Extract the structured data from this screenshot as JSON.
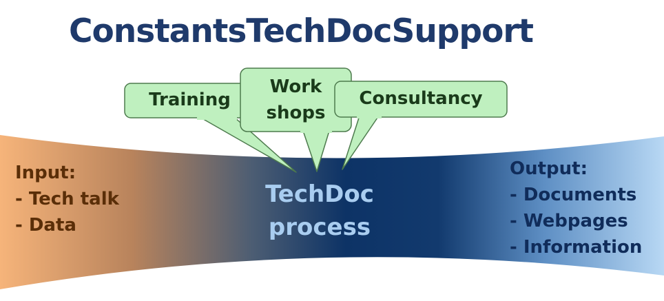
{
  "title": "ConstantsTechDocSupport",
  "bubbles": [
    {
      "label": "Training"
    },
    {
      "label_line1": "Work",
      "label_line2": "shops"
    },
    {
      "label": "Consultancy"
    }
  ],
  "input": {
    "heading": "Input:",
    "items": [
      "- Tech talk",
      "- Data"
    ]
  },
  "process": {
    "line1": "TechDoc",
    "line2": "process"
  },
  "output": {
    "heading": "Output:",
    "items": [
      "- Documents",
      "- Webpages",
      "- Information"
    ]
  },
  "colors": {
    "title": "#1f3a6b",
    "band_left": "#f6b47a",
    "band_center": "#0d3366",
    "band_right": "#b3d4f2",
    "bubble_fill": "#bff0bf",
    "bubble_stroke": "#4d7a4d",
    "input_text": "#5a2e08",
    "output_text": "#102c5a",
    "process_text": "#a9cdf0"
  }
}
